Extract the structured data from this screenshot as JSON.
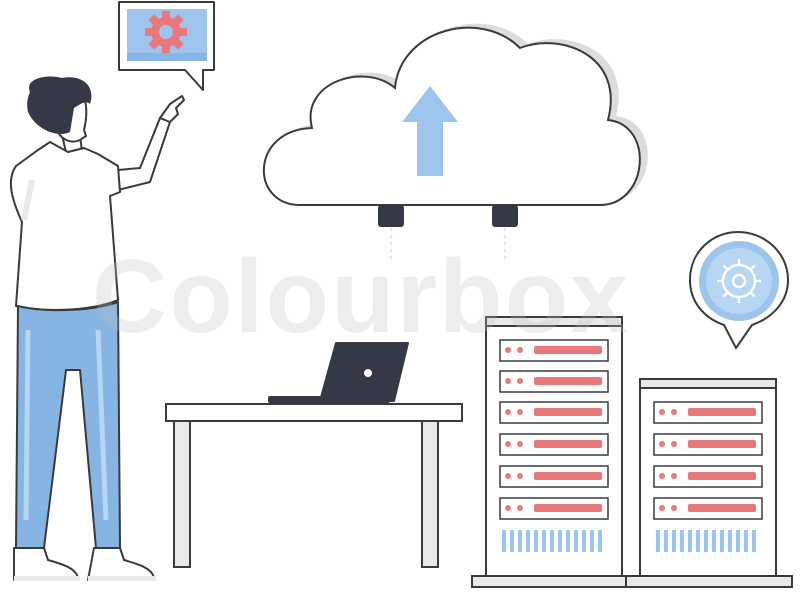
{
  "watermark": {
    "text": "Colourbox"
  },
  "icons": {
    "upload": "upload-arrow-icon",
    "settings_bubble": "gear-speech-bubble-icon",
    "settings_pin": "gear-location-pin-icon"
  },
  "colors": {
    "outline": "#3a3a3a",
    "accent_blue": "#9cc4ec",
    "trouser_blue": "#86b4e3",
    "dark": "#353947",
    "server_red": "#e8787a",
    "gray_fill": "#e9e9e9"
  },
  "servers": {
    "tall": {
      "unit_count": 6
    },
    "short": {
      "unit_count": 4
    }
  }
}
